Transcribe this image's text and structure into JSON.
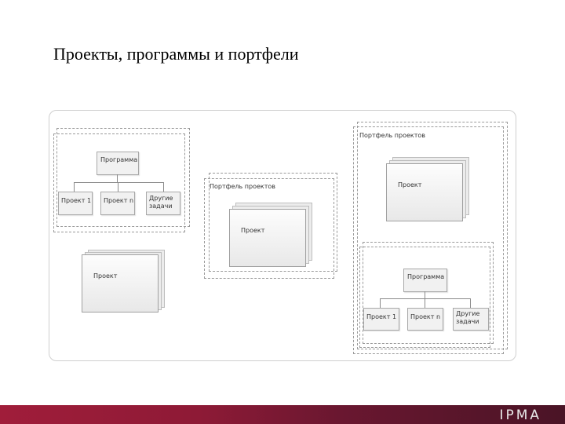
{
  "title": "Проекты, программы и портфели",
  "groups": {
    "left_program": {
      "program_label": "Программа",
      "children": [
        "Проект 1",
        "Проект n",
        "Другие задачи"
      ]
    },
    "left_project": {
      "project_label": "Проект"
    },
    "middle_portfolio": {
      "portfolio_label": "Портфель проектов",
      "project_label": "Проект"
    },
    "right_portfolio": {
      "portfolio_label": "Портфель проектов",
      "project_label": "Проект",
      "program_label": "Программа",
      "children": [
        "Проект 1",
        "Проект n",
        "Другие задачи"
      ]
    }
  },
  "footer": {
    "logo_text": "IPMA",
    "bar_color_start": "#a01d3a",
    "bar_color_end": "#4a1426"
  }
}
